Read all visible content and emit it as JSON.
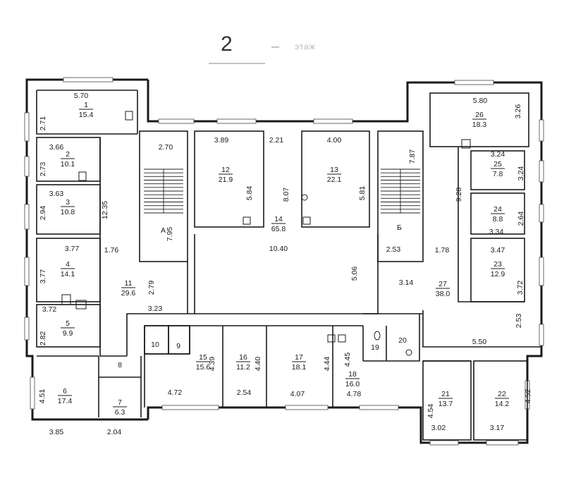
{
  "header": {
    "floor_number": "2",
    "dash": "–",
    "faint_word": "этаж"
  },
  "stair_labels": [
    "А",
    "Б"
  ],
  "rooms": [
    {
      "id": "r1",
      "num": "1",
      "area": "15.4"
    },
    {
      "id": "r2",
      "num": "2",
      "area": "10.1"
    },
    {
      "id": "r3",
      "num": "3",
      "area": "10.8"
    },
    {
      "id": "r4",
      "num": "4",
      "area": "14.1"
    },
    {
      "id": "r5",
      "num": "5",
      "area": "9.9"
    },
    {
      "id": "r6",
      "num": "6",
      "area": "17.4"
    },
    {
      "id": "r7",
      "num": "7",
      "area": "6.3"
    },
    {
      "id": "r8",
      "num": "8",
      "area": ""
    },
    {
      "id": "r9",
      "num": "9",
      "area": ""
    },
    {
      "id": "r10",
      "num": "10",
      "area": ""
    },
    {
      "id": "r11",
      "num": "11",
      "area": "29.6"
    },
    {
      "id": "r12",
      "num": "12",
      "area": "21.9"
    },
    {
      "id": "r13",
      "num": "13",
      "area": "22.1"
    },
    {
      "id": "r14",
      "num": "14",
      "area": "65.8"
    },
    {
      "id": "r15",
      "num": "15",
      "area": "15.6"
    },
    {
      "id": "r16",
      "num": "16",
      "area": "11.2"
    },
    {
      "id": "r17",
      "num": "17",
      "area": "18.1"
    },
    {
      "id": "r18",
      "num": "18",
      "area": "16.0"
    },
    {
      "id": "r19",
      "num": "19",
      "area": ""
    },
    {
      "id": "r20",
      "num": "20",
      "area": ""
    },
    {
      "id": "r21",
      "num": "21",
      "area": "13.7"
    },
    {
      "id": "r22",
      "num": "22",
      "area": "14.2"
    },
    {
      "id": "r23",
      "num": "23",
      "area": "12.9"
    },
    {
      "id": "r24",
      "num": "24",
      "area": "8.8"
    },
    {
      "id": "r25",
      "num": "25",
      "area": "7.8"
    },
    {
      "id": "r26",
      "num": "26",
      "area": "18.3"
    },
    {
      "id": "r27",
      "num": "27",
      "area": "38.0"
    }
  ],
  "dimensions": [
    "5.70",
    "2.71",
    "3.66",
    "2.73",
    "3.63",
    "2.94",
    "12.35",
    "3.77",
    "3.77",
    "1.76",
    "3.72",
    "2.82",
    "4.51",
    "3.85",
    "2.04",
    "2.70",
    "7.95",
    "2.79",
    "3.23",
    "3.89",
    "5.84",
    "2.21",
    "8.07",
    "4.00",
    "5.81",
    "10.40",
    "5.06",
    "7.87",
    "2.53",
    "3.14",
    "5.80",
    "3.26",
    "3.24",
    "3.24",
    "9.28",
    "2.64",
    "3.34",
    "1.78",
    "3.47",
    "3.72",
    "2.53",
    "5.50",
    "4.72",
    "4.39",
    "2.54",
    "4.40",
    "4.44",
    "4.07",
    "4.45",
    "4.78",
    "4.54",
    "3.02",
    "3.17",
    "4.52"
  ]
}
